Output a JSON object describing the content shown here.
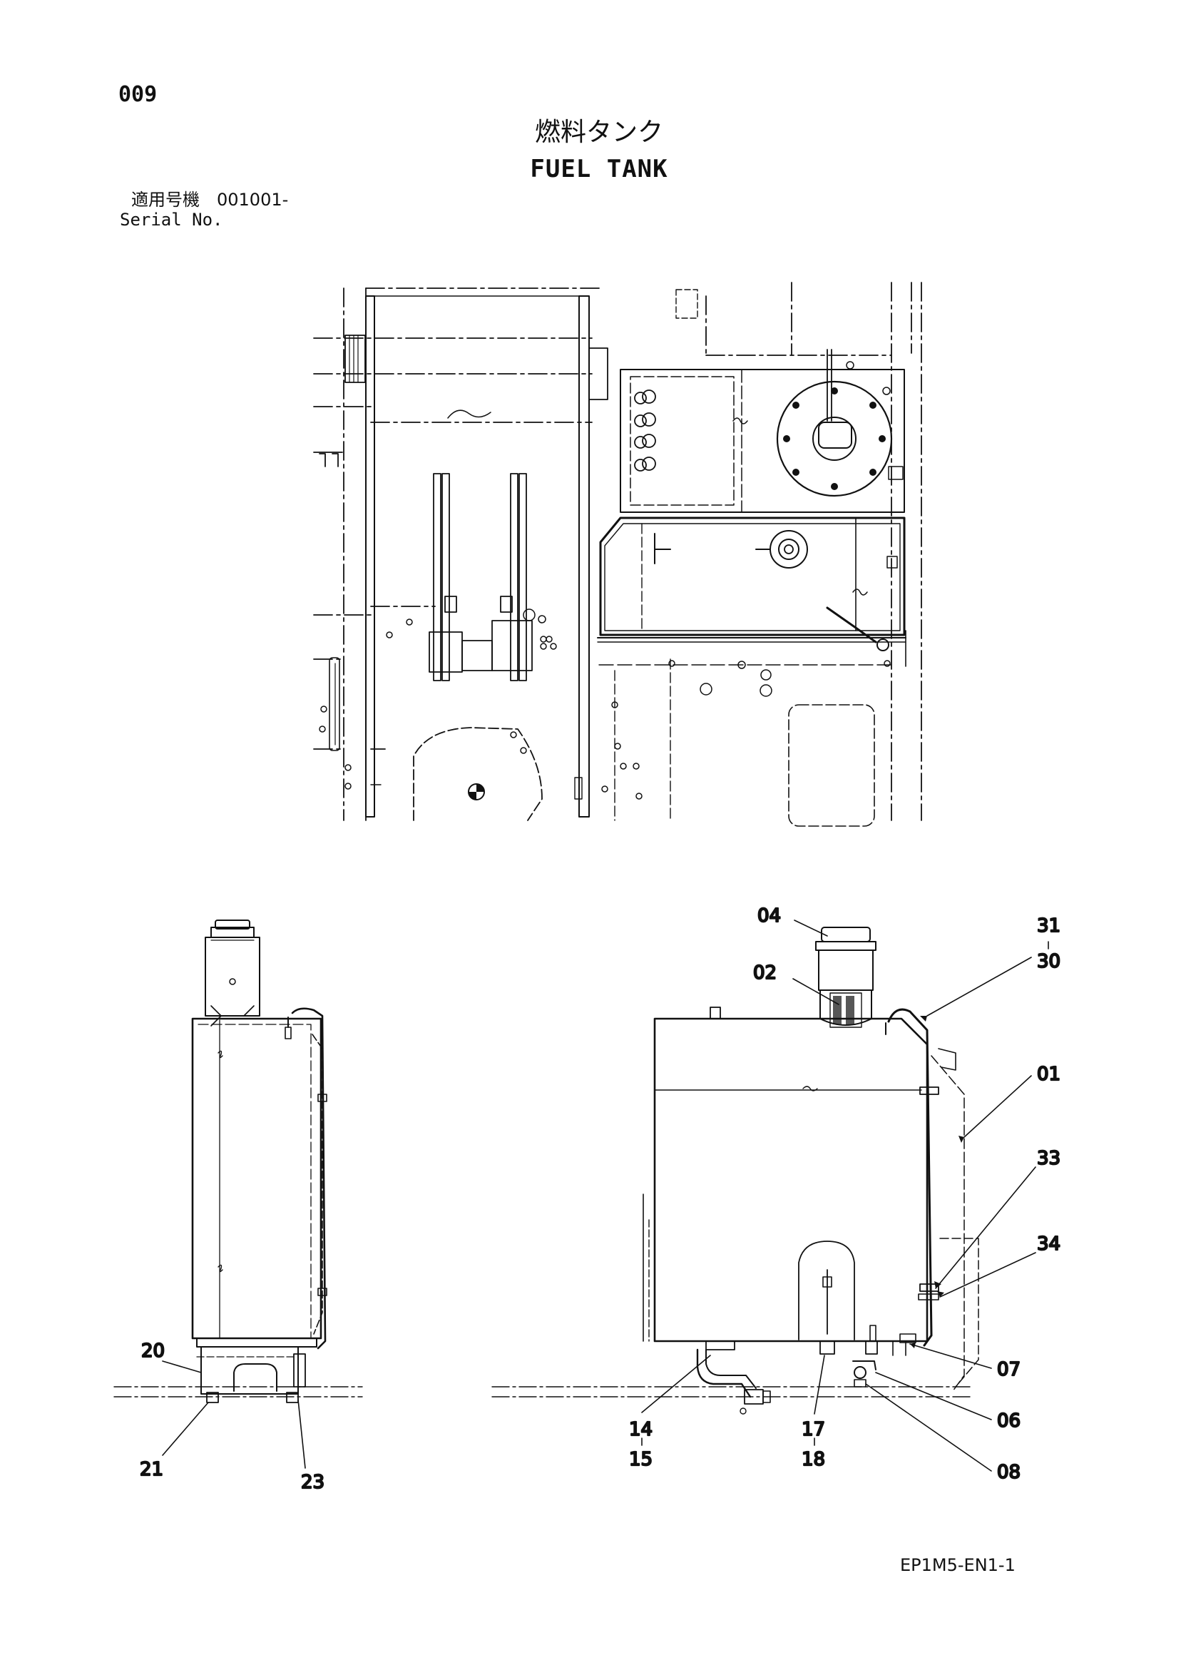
{
  "page_number": "009",
  "title_ja": "燃料タンク",
  "title_en": "FUEL TANK",
  "serial_label_ja": "適用号機　001001-",
  "serial_label_en": "Serial No.",
  "callouts": {
    "c04": "04",
    "c02": "02",
    "c31": "31",
    "c30": "30",
    "c01": "01",
    "c33": "33",
    "c34": "34",
    "c07": "07",
    "c06": "06",
    "c08": "08",
    "c14": "14",
    "c15": "15",
    "c17": "17",
    "c18": "18",
    "c20": "20",
    "c21": "21",
    "c23": "23"
  },
  "doc_code": "EP1M5-EN1-1"
}
